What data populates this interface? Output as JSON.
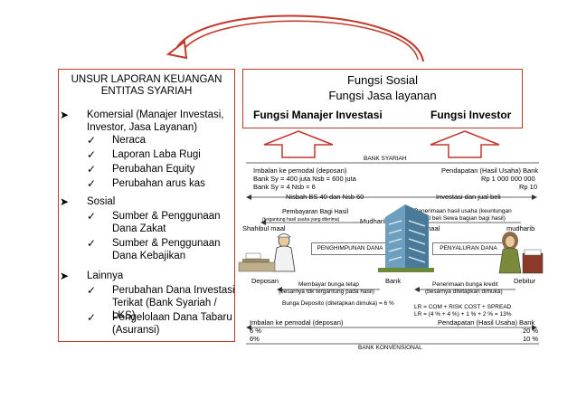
{
  "left_panel": {
    "title_line1": "UNSUR LAPORAN KEUANGAN",
    "title_line2": "ENTITAS SYARIAH",
    "sections": [
      {
        "label_line1": "Komersial (Manajer Investasi,",
        "label_line2": "Investor, Jasa Layanan)",
        "items": [
          [
            "Neraca"
          ],
          [
            "Laporan Laba Rugi"
          ],
          [
            "Perubahan Equity"
          ],
          [
            "Perubahan arus kas"
          ]
        ]
      },
      {
        "label_line1": "Sosial",
        "label_line2": "",
        "items": [
          [
            "Sumber & Penggunaan",
            "Dana Zakat"
          ],
          [
            "Sumber & Penggunaan",
            "Dana Kebajikan"
          ]
        ]
      },
      {
        "label_line1": "Lainnya",
        "label_line2": "",
        "items": [
          [
            "Perubahan Dana Investasi",
            "Terikat (Bank Syariah /",
            "LKS)"
          ],
          [
            "Pengelolaan Dana Tabaru",
            "(Asuransi)"
          ]
        ]
      }
    ]
  },
  "right_panel": {
    "line1": "Fungsi Sosial",
    "line2": "Fungsi Jasa layanan",
    "manajer": "Fungsi Manajer Investasi",
    "investor": "Fungsi Investor"
  },
  "diagram": {
    "bank_syariah": "BANK SYARIAH",
    "imbalan_title": "Imbalan ke pemodal (deposan)",
    "imbalan_l1": "Bank Sy = 400 juta   Nsb = 600 juta",
    "imbalan_l2": "Bank Sy = 4            Nsb = 6",
    "pendapatan_title": "Pendapatan (Hasil Usaha) Bank",
    "pendapatan_l1": "Rp  1 000 000 000",
    "pendapatan_l2": "Rp  10",
    "nisbah": "Nisbah   BS 40 dan Nsb 60",
    "investasi_jual_beli": "Investasi dan jual beli",
    "pembayaran_title": "Pembayaran Bagi Hasil",
    "pembayaran_sub": "(tergantung hasil usaha yang diterima)",
    "penerimaan_title_l1": "Penerimaan hasil usaha (keuntungan",
    "penerimaan_title_l2": "jual beli  Sewa  bagian bagi hasil)",
    "shahibul_left": "Shahibul maal",
    "mudharib_center": "Mudharib",
    "shahibul_right": "shahibul maal",
    "mudharib_right": "mudharib",
    "penghimpunan": "PENGHIMPUNAN DANA",
    "penyaluran": "PENYALURAN DANA",
    "deposan": "Deposan",
    "bank": "Bank",
    "debitur": "Debitur",
    "bunga_tetap_l1": "Membayar bunga tetap",
    "bunga_tetap_l2": "(besarnya tdk tergantung pada hasil)",
    "bunga_kredit_l1": "Penerimaan bunga kredit",
    "bunga_kredit_l2": "(besarnya ditetapkan dimuka)",
    "bunga_deposito": "Bunga Deposito (ditetapkan dimuka) = 6 %",
    "lr1": "LR = COM + RISK COST + SPREAD",
    "lr2": "LR = (4 % + 4 %) + 1 % + 2 % = 13%",
    "imbalan_konv_title": "Imbalan ke pemodal (deposan)",
    "imbalan_konv_l1": "6 %",
    "imbalan_konv_l2": "6%",
    "pendapatan_konv_title": "Pendapatan (Hasil Usaha) Bank",
    "pendapatan_konv_l1": "20 %",
    "pendapatan_konv_l2": "10 %",
    "bank_konvensional": "BANK KONVENSIONAL"
  },
  "colors": {
    "panel_border": "#c0392b",
    "arc": "#c0392b",
    "hollow_arrow": "#c0392b"
  }
}
